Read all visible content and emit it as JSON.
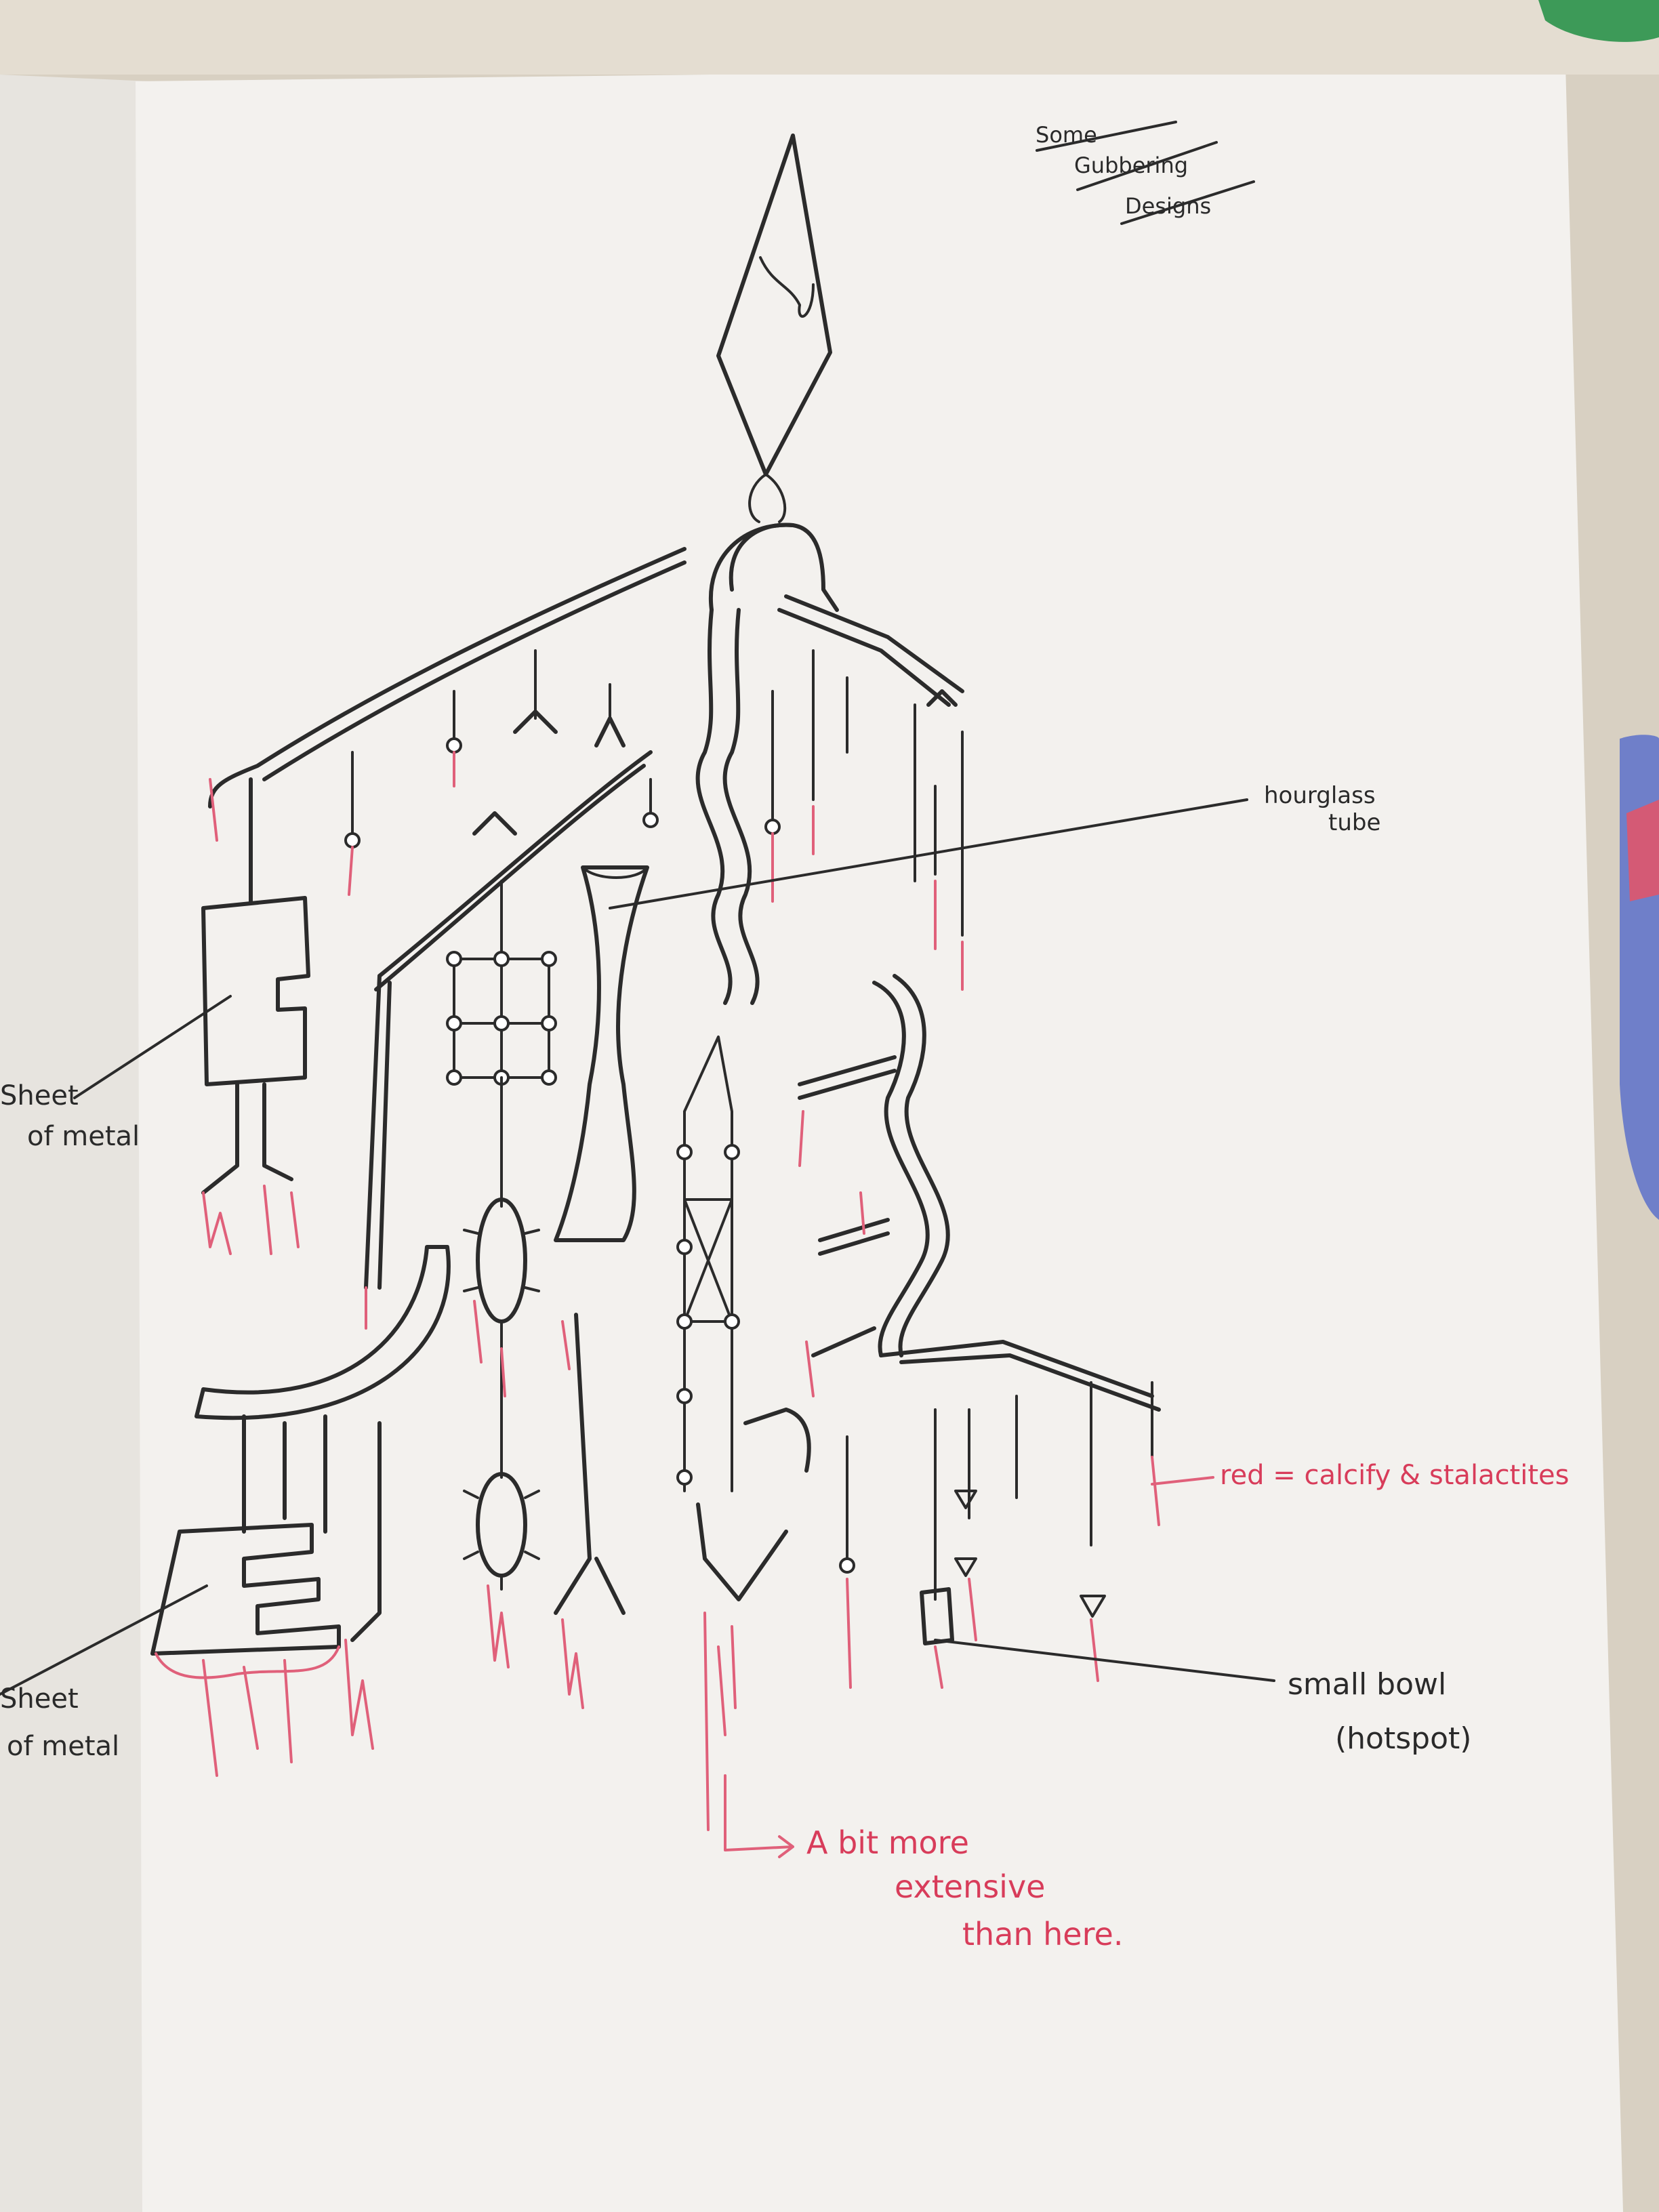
{
  "title_note": {
    "line1": "Some",
    "line2": "Gubbering",
    "line3": "Designs"
  },
  "labels": {
    "hourglass_line1": "hourglass",
    "hourglass_line2": "tube",
    "sheet_top_line1": "Sheet",
    "sheet_top_line2": "of metal",
    "sheet_bottom_line1": "Sheet",
    "sheet_bottom_line2": "of metal",
    "red_legend": "red = calcify & stalactites",
    "bowl_line1": "small bowl",
    "bowl_line2": "(hotspot)",
    "extensive_line1": "A bit more",
    "extensive_line2": "extensive",
    "extensive_line3": "than here."
  },
  "colors": {
    "paper": "#f3f1ee",
    "ink": "#2b2b2b",
    "red_ink": "#e0607a",
    "table": "#d9d2c5"
  }
}
